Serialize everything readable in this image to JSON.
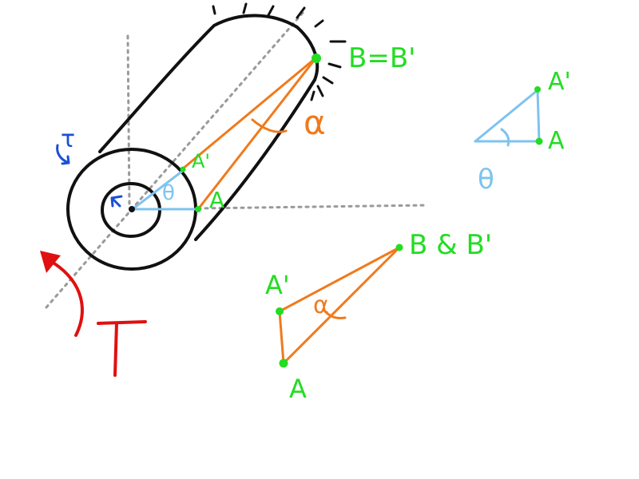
{
  "colors": {
    "ink": "#111111",
    "guide": "#9a9a9a",
    "green": "#22dd22",
    "orange": "#f07a1c",
    "lightblue": "#7ec3f0",
    "blue": "#1a4fd6",
    "red": "#e01010"
  },
  "labels": {
    "b_eq_bprime": "B=B'",
    "a_prime_cyl": "A'",
    "a_cyl": "A",
    "theta_cyl": "θ",
    "alpha_cyl": "α",
    "tau": "τ",
    "torque": "T",
    "a_prime_tri": "A'",
    "a_tri": "A",
    "theta_tri": "θ",
    "b_and_bprime": "B & B'",
    "a_prime_bottom": "A'",
    "a_bottom": "A",
    "alpha_bottom": "α"
  }
}
